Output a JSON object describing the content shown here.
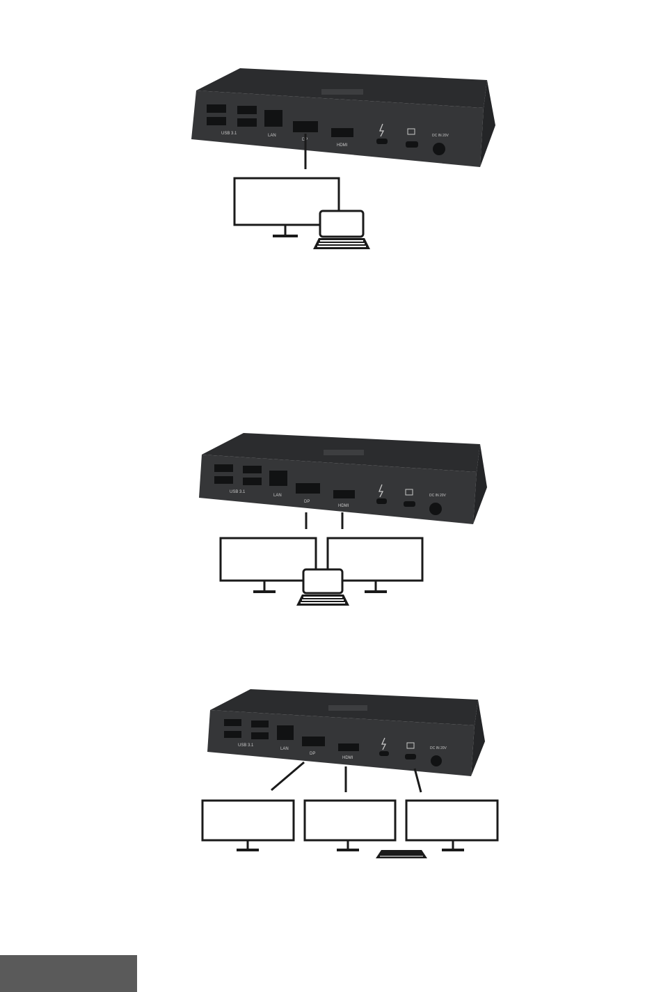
{
  "dock": {
    "port_labels": {
      "usb": "USB 3.1",
      "lan": "LAN",
      "dp": "DP",
      "hdmi": "HDMI",
      "power": "DC IN 20V"
    }
  },
  "colors": {
    "dock_body": "#2b2c2e",
    "dock_face": "#353638",
    "port": "#111213",
    "line": "#1a1a1a",
    "footer_tab": "#5a5a5a"
  },
  "scenes": [
    {
      "id": "single-display",
      "monitors": 1,
      "host": "laptop"
    },
    {
      "id": "dual-display",
      "monitors": 2,
      "host": "laptop"
    },
    {
      "id": "triple-display",
      "monitors": 3,
      "host": "tablet"
    }
  ]
}
